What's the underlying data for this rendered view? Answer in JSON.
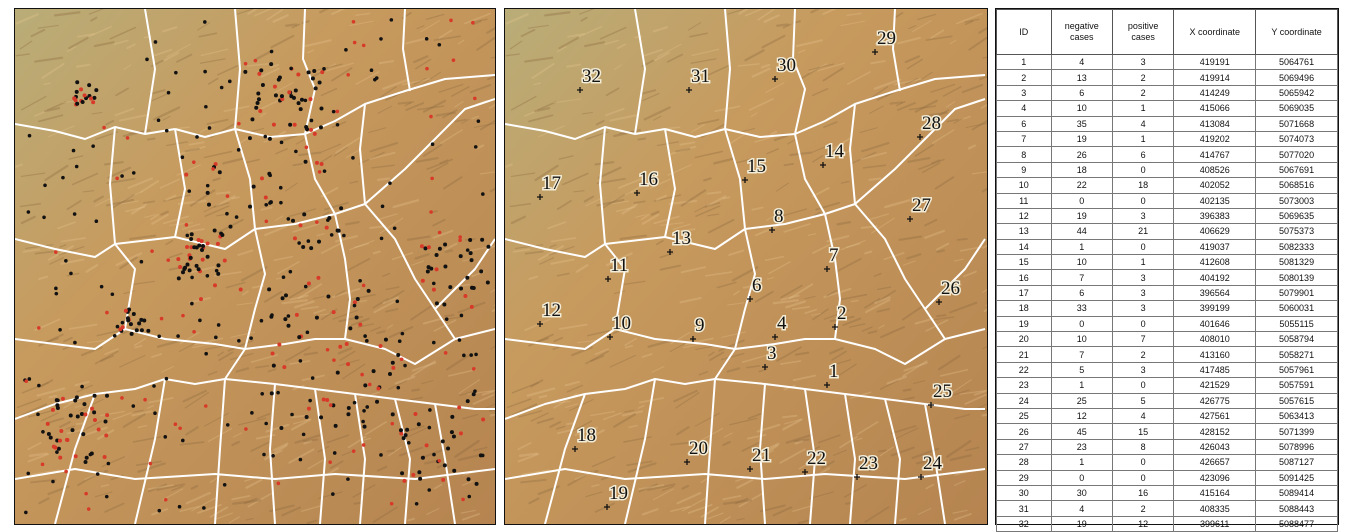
{
  "table": {
    "headers": [
      "ID",
      "negative cases",
      "positive cases",
      "X coordinate",
      "Y coordinate"
    ],
    "rows": [
      [
        "1",
        "4",
        "3",
        "419191",
        "5064761"
      ],
      [
        "2",
        "13",
        "2",
        "419914",
        "5069496"
      ],
      [
        "3",
        "6",
        "2",
        "414249",
        "5065942"
      ],
      [
        "4",
        "10",
        "1",
        "415066",
        "5069035"
      ],
      [
        "6",
        "35",
        "4",
        "413084",
        "5071668"
      ],
      [
        "7",
        "19",
        "1",
        "419202",
        "5074073"
      ],
      [
        "8",
        "26",
        "6",
        "414767",
        "5077020"
      ],
      [
        "9",
        "18",
        "0",
        "408526",
        "5067691"
      ],
      [
        "10",
        "22",
        "18",
        "402052",
        "5068516"
      ],
      [
        "11",
        "0",
        "0",
        "402135",
        "5073003"
      ],
      [
        "12",
        "19",
        "3",
        "396383",
        "5069635"
      ],
      [
        "13",
        "44",
        "21",
        "406629",
        "5075373"
      ],
      [
        "14",
        "1",
        "0",
        "419037",
        "5082333"
      ],
      [
        "15",
        "10",
        "1",
        "412608",
        "5081329"
      ],
      [
        "16",
        "7",
        "3",
        "404192",
        "5080139"
      ],
      [
        "17",
        "6",
        "3",
        "396564",
        "5079901"
      ],
      [
        "18",
        "33",
        "3",
        "399199",
        "5060031"
      ],
      [
        "19",
        "0",
        "0",
        "401646",
        "5055115"
      ],
      [
        "20",
        "10",
        "7",
        "408010",
        "5058794"
      ],
      [
        "21",
        "7",
        "2",
        "413160",
        "5058271"
      ],
      [
        "22",
        "5",
        "3",
        "417485",
        "5057961"
      ],
      [
        "23",
        "1",
        "0",
        "421529",
        "5057591"
      ],
      [
        "24",
        "25",
        "5",
        "426775",
        "5057615"
      ],
      [
        "25",
        "12",
        "4",
        "427561",
        "5063413"
      ],
      [
        "26",
        "45",
        "15",
        "428152",
        "5071399"
      ],
      [
        "27",
        "23",
        "8",
        "426043",
        "5078996"
      ],
      [
        "28",
        "1",
        "0",
        "426657",
        "5087127"
      ],
      [
        "29",
        "0",
        "0",
        "423096",
        "5091425"
      ],
      [
        "30",
        "30",
        "16",
        "415164",
        "5089414"
      ],
      [
        "31",
        "4",
        "2",
        "408335",
        "5088443"
      ],
      [
        "32",
        "19",
        "12",
        "399611",
        "5088477"
      ]
    ]
  },
  "map": {
    "colors": {
      "plain": "#b9ad78",
      "terrain": "#c79a5e",
      "shadow": "#8c6a40",
      "boundary": "#ffffff",
      "negative_marker": "#111111",
      "positive_marker": "#d83a2a"
    },
    "zone_labels": [
      "1",
      "2",
      "3",
      "4",
      "6",
      "7",
      "8",
      "9",
      "10",
      "11",
      "12",
      "13",
      "14",
      "15",
      "16",
      "17",
      "18",
      "19",
      "20",
      "21",
      "22",
      "23",
      "24",
      "25",
      "26",
      "27",
      "28",
      "29",
      "30",
      "31",
      "32"
    ]
  }
}
